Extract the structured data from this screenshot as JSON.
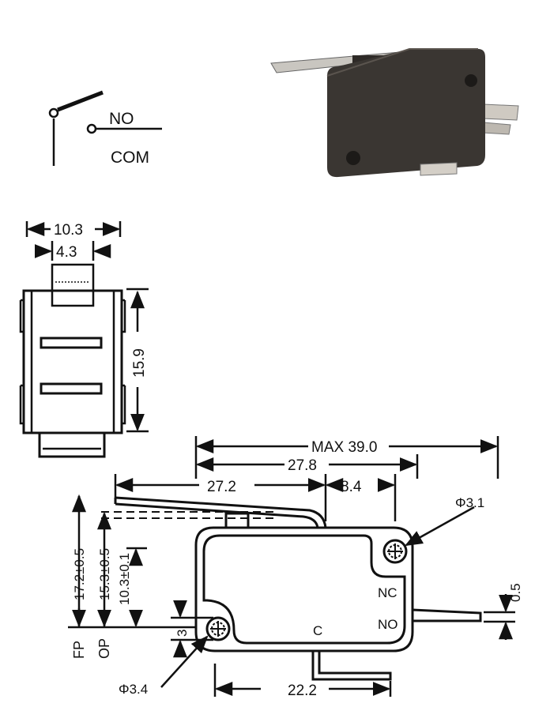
{
  "schematic": {
    "no_label": "NO",
    "com_label": "COM"
  },
  "side_view": {
    "width_total": "10.3",
    "width_actuator": "4.3",
    "height_body": "15.9"
  },
  "front_view": {
    "max_length": "MAX 39.0",
    "dim_27_8": "27.8",
    "dim_27_2": "27.2",
    "dim_8_4": "8.4",
    "hole_top": "Φ3.1",
    "hole_bottom": "Φ3.4",
    "dim_22_2": "22.2",
    "dim_0_5": "0.5",
    "dim_3": "3",
    "fp_height": "17.2±0.5",
    "op_height": "15.3±0.5",
    "body_height": "10.3±0.1",
    "fp_label": "FP",
    "op_label": "OP",
    "terminal_nc": "NC",
    "terminal_no": "NO",
    "terminal_c": "C"
  },
  "colors": {
    "ink": "#111111",
    "body_dark": "#3a3632",
    "metal": "#c9c6c0"
  }
}
